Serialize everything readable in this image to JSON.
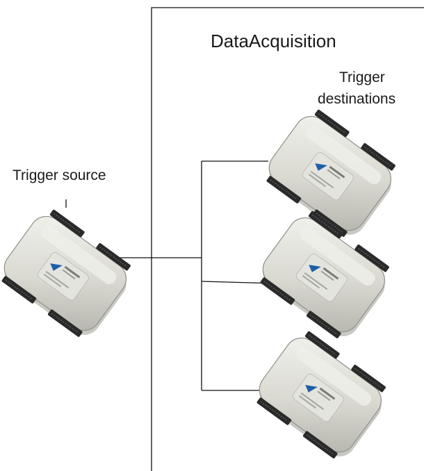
{
  "diagram": {
    "title": "DataAcquisition",
    "trigger_destinations_line1": "Trigger",
    "trigger_destinations_line2": "destinations",
    "trigger_source_label": "Trigger source",
    "devices": [
      {
        "role": "trigger-source"
      },
      {
        "role": "trigger-destination"
      },
      {
        "role": "trigger-destination"
      },
      {
        "role": "trigger-destination"
      }
    ]
  },
  "colors": {
    "line": "#111111",
    "device_body": "#dcdcd4",
    "device_highlight": "#eeeeea",
    "device_shadow": "#a9a9a2",
    "connector": "#2a2a2a",
    "logo": "#1f5fa8"
  }
}
